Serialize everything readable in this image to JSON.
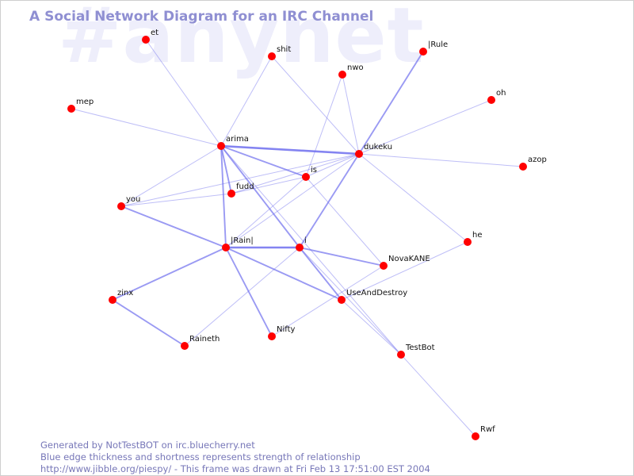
{
  "watermark": "#anynet",
  "title": "A Social Network Diagram for an IRC Channel",
  "colors": {
    "node": "#ff0000",
    "edge": "#6f6fee",
    "title": "#8f8fd2",
    "footer": "#7777b8",
    "watermark": "#eeeefb"
  },
  "graph": {
    "nodes": [
      {
        "id": "et",
        "label": "et"
      },
      {
        "id": "shit",
        "label": "shit"
      },
      {
        "id": "nwo",
        "label": "nwo"
      },
      {
        "id": "lRule",
        "label": "|Rule"
      },
      {
        "id": "oh",
        "label": "oh"
      },
      {
        "id": "mep",
        "label": "mep"
      },
      {
        "id": "arima",
        "label": "arima"
      },
      {
        "id": "dukeku",
        "label": "dukeku"
      },
      {
        "id": "azop",
        "label": "azop"
      },
      {
        "id": "is",
        "label": "is"
      },
      {
        "id": "fudd",
        "label": "fudd"
      },
      {
        "id": "you",
        "label": "you"
      },
      {
        "id": "he",
        "label": "he"
      },
      {
        "id": "lRainl",
        "label": "|Rain|"
      },
      {
        "id": "i",
        "label": "i"
      },
      {
        "id": "NovaKANE",
        "label": "NovaKANE"
      },
      {
        "id": "zinx",
        "label": "zinx"
      },
      {
        "id": "UseAndDestroy",
        "label": "UseAndDestroy"
      },
      {
        "id": "Nifty",
        "label": "Nifty"
      },
      {
        "id": "Raineth",
        "label": "Raineth"
      },
      {
        "id": "TestBot",
        "label": "TestBot"
      },
      {
        "id": "Rwf",
        "label": "Rwf"
      }
    ],
    "edges": [
      {
        "source": "et",
        "target": "arima",
        "strength": 1
      },
      {
        "source": "shit",
        "target": "arima",
        "strength": 1
      },
      {
        "source": "shit",
        "target": "dukeku",
        "strength": 1
      },
      {
        "source": "nwo",
        "target": "dukeku",
        "strength": 1
      },
      {
        "source": "nwo",
        "target": "is",
        "strength": 1
      },
      {
        "source": "lRule",
        "target": "dukeku",
        "strength": 2
      },
      {
        "source": "oh",
        "target": "dukeku",
        "strength": 1
      },
      {
        "source": "mep",
        "target": "arima",
        "strength": 1
      },
      {
        "source": "arima",
        "target": "dukeku",
        "strength": 3
      },
      {
        "source": "arima",
        "target": "is",
        "strength": 2
      },
      {
        "source": "arima",
        "target": "fudd",
        "strength": 2
      },
      {
        "source": "arima",
        "target": "lRainl",
        "strength": 2
      },
      {
        "source": "arima",
        "target": "i",
        "strength": 2
      },
      {
        "source": "arima",
        "target": "you",
        "strength": 1
      },
      {
        "source": "dukeku",
        "target": "azop",
        "strength": 1
      },
      {
        "source": "dukeku",
        "target": "is",
        "strength": 1
      },
      {
        "source": "dukeku",
        "target": "fudd",
        "strength": 1
      },
      {
        "source": "dukeku",
        "target": "you",
        "strength": 1
      },
      {
        "source": "dukeku",
        "target": "he",
        "strength": 1
      },
      {
        "source": "dukeku",
        "target": "i",
        "strength": 2
      },
      {
        "source": "dukeku",
        "target": "lRainl",
        "strength": 1
      },
      {
        "source": "is",
        "target": "fudd",
        "strength": 1
      },
      {
        "source": "is",
        "target": "NovaKANE",
        "strength": 1
      },
      {
        "source": "is",
        "target": "lRainl",
        "strength": 1
      },
      {
        "source": "fudd",
        "target": "you",
        "strength": 1
      },
      {
        "source": "you",
        "target": "lRainl",
        "strength": 2
      },
      {
        "source": "lRainl",
        "target": "i",
        "strength": 3
      },
      {
        "source": "lRainl",
        "target": "zinx",
        "strength": 2
      },
      {
        "source": "lRainl",
        "target": "UseAndDestroy",
        "strength": 2
      },
      {
        "source": "lRainl",
        "target": "Nifty",
        "strength": 2
      },
      {
        "source": "i",
        "target": "NovaKANE",
        "strength": 2
      },
      {
        "source": "i",
        "target": "UseAndDestroy",
        "strength": 2
      },
      {
        "source": "i",
        "target": "TestBot",
        "strength": 1
      },
      {
        "source": "i",
        "target": "Raineth",
        "strength": 1
      },
      {
        "source": "he",
        "target": "UseAndDestroy",
        "strength": 1
      },
      {
        "source": "NovaKANE",
        "target": "Nifty",
        "strength": 1
      },
      {
        "source": "zinx",
        "target": "Raineth",
        "strength": 2
      },
      {
        "source": "UseAndDestroy",
        "target": "TestBot",
        "strength": 1
      },
      {
        "source": "TestBot",
        "target": "Rwf",
        "strength": 1
      },
      {
        "source": "arima",
        "target": "TestBot",
        "strength": 1
      }
    ]
  },
  "footer": {
    "line1": "Generated by NotTestBOT on irc.bluecherry.net",
    "line2": "Blue edge thickness and shortness represents strength of relationship",
    "line3": "http://www.jibble.org/piespy/ - This frame was drawn at Fri Feb 13 17:51:00 EST 2004"
  }
}
